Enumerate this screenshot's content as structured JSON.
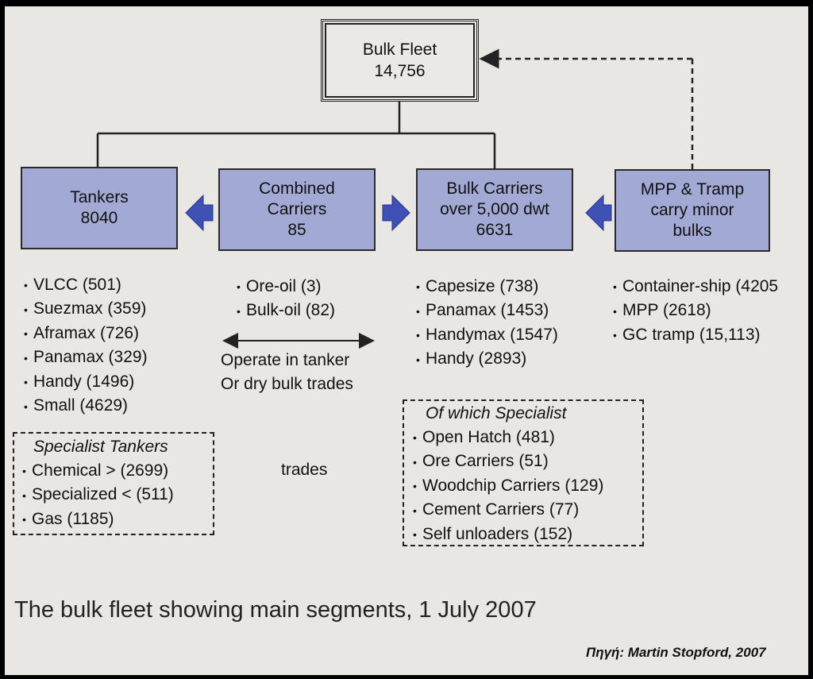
{
  "root": {
    "title": "Bulk Fleet",
    "value": "14,756"
  },
  "segments": {
    "tankers": {
      "line1": "Tankers",
      "line2": "8040"
    },
    "combined": {
      "line1": "Combined",
      "line2": "Carriers",
      "line3": "85"
    },
    "bulk": {
      "line1": "Bulk Carriers",
      "line2": "over 5,000 dwt",
      "line3": "6631"
    },
    "mpp": {
      "line1": "MPP & Tramp",
      "line2": "carry minor",
      "line3": "bulks"
    }
  },
  "tanker_types": [
    "VLCC (501)",
    "Suezmax (359)",
    "Aframax (726)",
    "Panamax (329)",
    "Handy (1496)",
    "Small (4629)"
  ],
  "specialist_tankers": {
    "title": "Specialist Tankers",
    "items": [
      "Chemical > (2699)",
      "Specialized < (511)",
      "Gas (1185)"
    ]
  },
  "combined_types": [
    "Ore-oil (3)",
    "Bulk-oil (82)"
  ],
  "combined_note": {
    "line1": "Operate in tanker",
    "line2": "Or dry bulk trades"
  },
  "trades_label": "trades",
  "bulk_types": [
    "Capesize (738)",
    "Panamax (1453)",
    "Handymax (1547)",
    "Handy (2893)"
  ],
  "specialist_bulk": {
    "title": "Of which Specialist",
    "items": [
      "Open Hatch (481)",
      "Ore Carriers (51)",
      "Woodchip Carriers (129)",
      "Cement Carriers (77)",
      "Self unloaders (152)"
    ]
  },
  "mpp_types": [
    "Container-ship (4205",
    "MPP (2618)",
    "GC tramp (15,113)"
  ],
  "caption": "The bulk fleet showing main segments, 1 July 2007",
  "source": "Πηγή: Martin Stopford, 2007",
  "colors": {
    "box_fill": "#a2a9d4",
    "arrow_fill": "#3f51b5",
    "paper": "#e9e7e3"
  }
}
